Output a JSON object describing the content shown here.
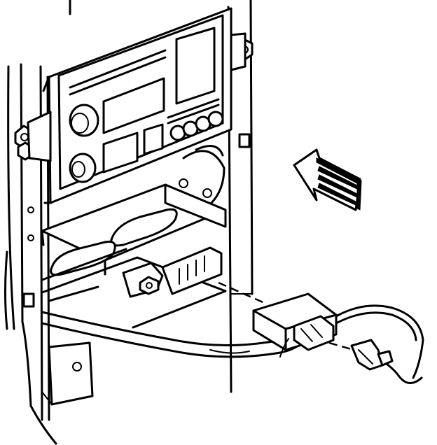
{
  "diagram": {
    "kind": "line-art technical illustration",
    "subject": "radio-head-unit-connector-installation",
    "colors": {
      "line": "#000000",
      "background": "#ffffff"
    },
    "parts": [
      "dashboard-frame",
      "radio-head-unit",
      "mounting-bracket",
      "wiring-harness",
      "harness-connector",
      "antenna-lead",
      "insertion-arrow"
    ]
  }
}
